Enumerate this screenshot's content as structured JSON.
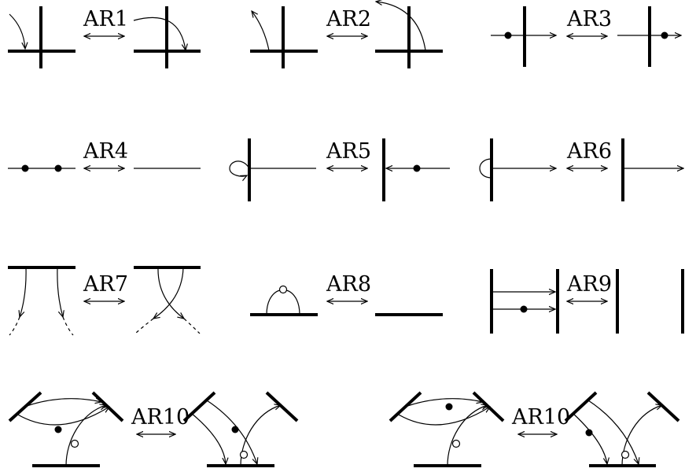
{
  "moves": [
    {
      "id": "AR1",
      "label": "AR1"
    },
    {
      "id": "AR2",
      "label": "AR2"
    },
    {
      "id": "AR3",
      "label": "AR3"
    },
    {
      "id": "AR4",
      "label": "AR4"
    },
    {
      "id": "AR5",
      "label": "AR5"
    },
    {
      "id": "AR6",
      "label": "AR6"
    },
    {
      "id": "AR7",
      "label": "AR7"
    },
    {
      "id": "AR8",
      "label": "AR8"
    },
    {
      "id": "AR9",
      "label": "AR9"
    },
    {
      "id": "AR10a",
      "label": "AR10"
    },
    {
      "id": "AR10b",
      "label": "AR10"
    }
  ]
}
